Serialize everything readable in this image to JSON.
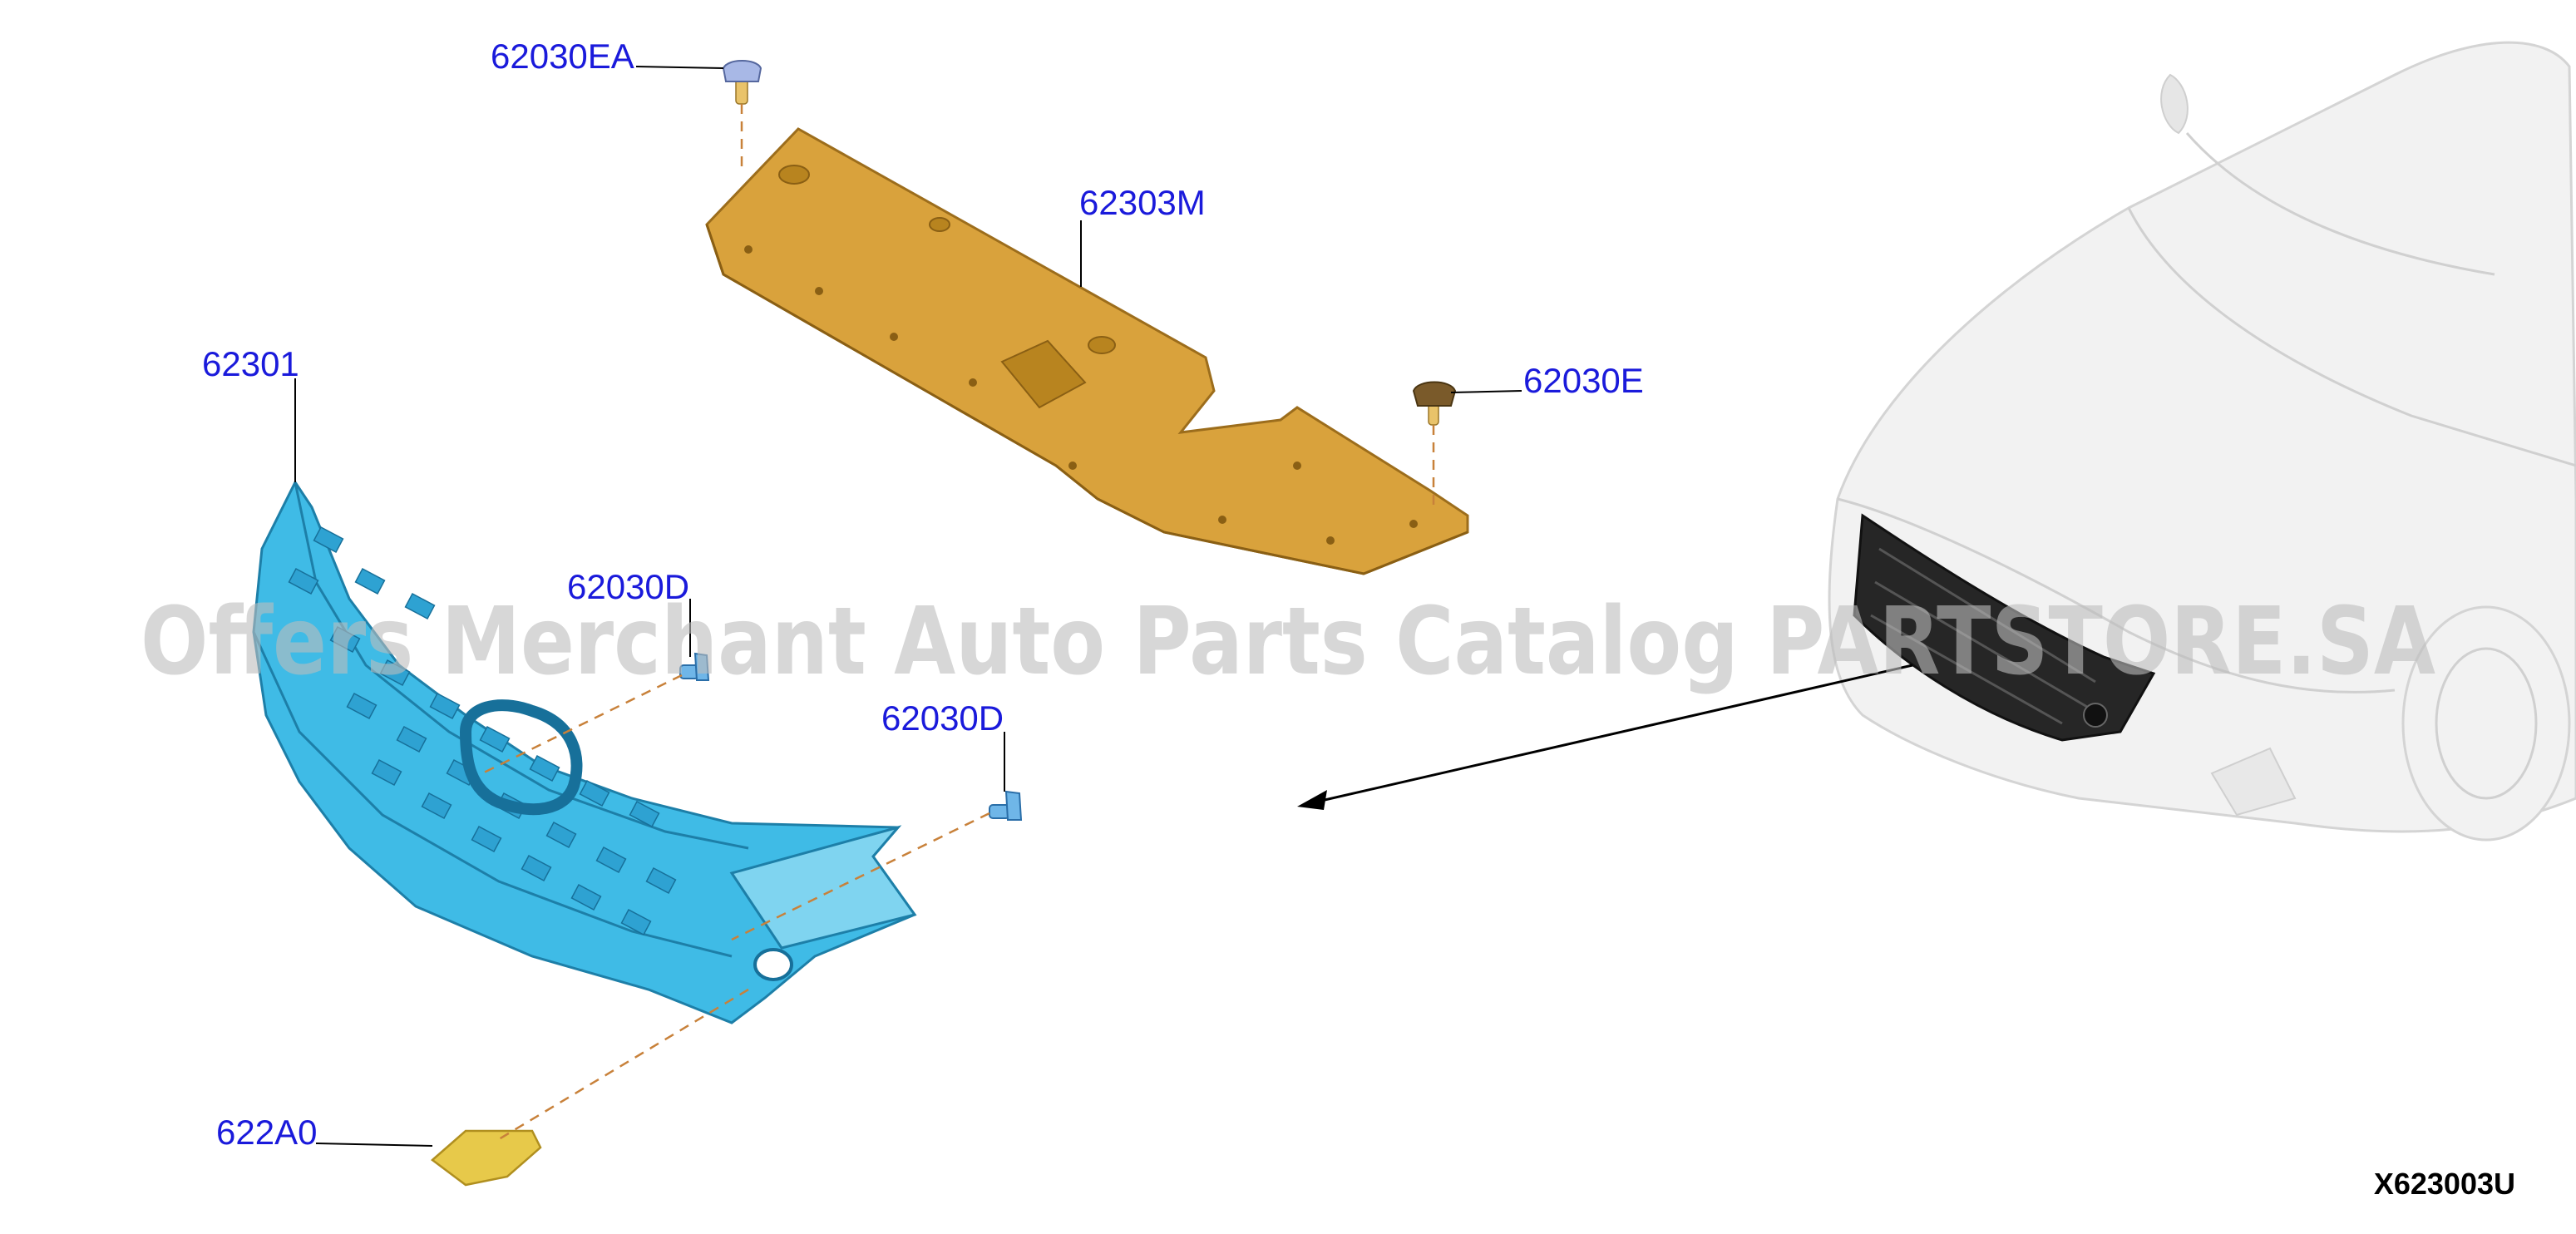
{
  "diagram": {
    "watermark": "Offers Merchant Auto Parts Catalog PARTSTORE.SA",
    "diagram_code": "X623003U",
    "part_labels": {
      "fastener_top": "62030EA",
      "upper_cover": "62303M",
      "fastener_right": "62030E",
      "grille": "62301",
      "screw_left": "62030D",
      "screw_right": "62030D",
      "emblem_bracket": "622A0"
    }
  }
}
